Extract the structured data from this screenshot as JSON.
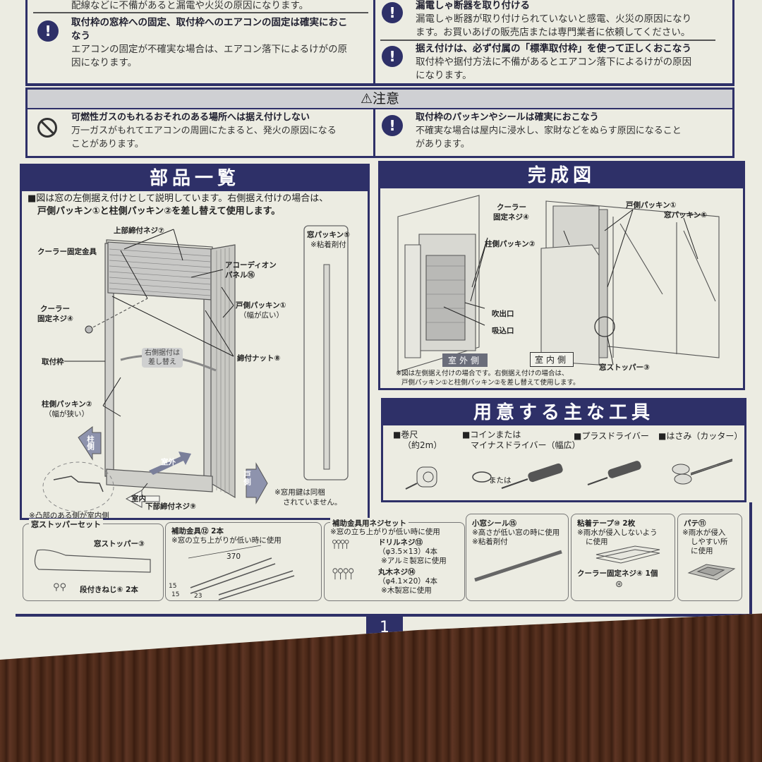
{
  "warning_section": {
    "top_left_partial": "配線などに不備があると漏電や火災の原因になります。",
    "items": [
      {
        "title": "取付枠の窓枠への固定、取付枠へのエアコンの固定は確実におこなう",
        "title_line1": "取付枠の窓枠への固定、取付枠へのエアコンの固定は確実におこ",
        "title_line2": "なう",
        "body_line1": "エアコンの固定が不確実な場合は、エアコン落下によるけがの原",
        "body_line2": "因になります。",
        "icon": "exclamation-icon"
      },
      {
        "title": "漏電しゃ断器を取り付ける",
        "body_line1": "漏電しゃ断器が取り付けられていないと感電、火災の原因になり",
        "body_line2": "ます。お買いあげの販売店または専門業者に依頼してください。",
        "icon": "exclamation-icon"
      },
      {
        "title": "据え付けは、必ず付属の「標準取付枠」を使って正しくおこなう",
        "body_line1": "取付枠や据付方法に不備があるとエアコン落下によるけがの原因",
        "body_line2": "になります。",
        "icon": "exclamation-icon"
      }
    ]
  },
  "caution_section": {
    "header": "注意",
    "header_icon": "warning-triangle-icon",
    "items": [
      {
        "title": "可燃性ガスのもれるおそれのある場所へは据え付けしない",
        "body_line1": "万一ガスがもれてエアコンの周囲にたまると、発火の原因になる",
        "body_line2": "ことがあります。",
        "icon": "prohibited-icon"
      },
      {
        "title": "取付枠のパッキンやシールは確実におこなう",
        "body_line1": "不確実な場合は屋内に浸水し、家財などをぬらす原因になること",
        "body_line2": "があります。",
        "icon": "exclamation-icon"
      }
    ]
  },
  "parts_list": {
    "heading": "部品一覧",
    "note_line1": "■図は窓の左側据え付けとして説明しています。右側据え付けの場合は、",
    "note_line2": "戸側パッキン①と柱側パッキン②を差し替えて使用します。",
    "labels": {
      "top_screw": "上部締付ネジ⑦",
      "cooler_bracket": "クーラー固定金具",
      "accordion_panel_1": "アコーディオン",
      "accordion_panel_2": "パネル⑯",
      "cooler_screw_1": "クーラー",
      "cooler_screw_2": "固定ネジ④",
      "door_packing": "戸側パッキン①",
      "door_packing_note": "（幅が広い）",
      "frame": "取付枠",
      "swap_note_1": "右側据付は",
      "swap_note_2": "差し替え",
      "nut": "締付ナット⑧",
      "pillar_packing": "柱側パッキン②",
      "pillar_packing_note": "（幅が狭い）",
      "pillar_side": "柱側",
      "door_side": "戸側",
      "outdoor": "室外",
      "indoor": "室内",
      "bottom_screw": "下部締付ネジ⑨",
      "convex_note": "※凸部のある側が室内側",
      "window_packing": "窓パッキン⑤",
      "window_packing_note": "※粘着剤付",
      "key_note_1": "※窓用鍵は同梱",
      "key_note_2": "されていません。"
    }
  },
  "completion": {
    "heading": "完成図",
    "labels": {
      "cooler_screw_1": "クーラー",
      "cooler_screw_2": "固定ネジ④",
      "door_packing": "戸側パッキン①",
      "window_packing": "窓パッキン⑤",
      "pillar_packing": "柱側パッキン②",
      "outlet": "吹出口",
      "inlet": "吸込口",
      "outdoor_side": "室外側",
      "indoor_side": "室内側",
      "window_stopper": "窓ストッパー③"
    },
    "note_line1": "※図は左側据え付けの場合です。右側据え付けの場合は、",
    "note_line2": "戸側パッキン①と柱側パッキン②を差し替えて使用します。"
  },
  "tools": {
    "heading": "用意する主な工具",
    "items": [
      {
        "label_line1": "■巻尺",
        "label_line2": "（約2m）",
        "icon": "tape-measure-icon"
      },
      {
        "label_line1": "■コインまたは",
        "label_line2": "マイナスドライバー（幅広）",
        "or_text": "または",
        "icon": "flathead-screwdriver-icon"
      },
      {
        "label_line1": "■プラスドライバー",
        "icon": "phillips-screwdriver-icon"
      },
      {
        "label_line1": "■はさみ（カッター）",
        "icon": "scissors-icon"
      }
    ]
  },
  "accessories": [
    {
      "title": "窓ストッパーセット",
      "sub1": "窓ストッパー③",
      "sub2": "段付きねじ⑥ 2本"
    },
    {
      "title": "補助金具⑫ 2本",
      "note": "※窓の立ち上がりが低い時に使用",
      "dims": [
        "370",
        "15",
        "15",
        "23"
      ]
    },
    {
      "title": "補助金具用ネジセット",
      "note": "※窓の立ち上がりが低い時に使用",
      "drill_title": "ドリルネジ⑬",
      "drill_size": "（φ3.5×13）4本",
      "drill_note": "※アルミ製窓に使用",
      "wood_title": "丸木ネジ⑭",
      "wood_size": "（φ4.1×20）4本",
      "wood_note": "※木製窓に使用"
    },
    {
      "title": "小窓シール⑮",
      "note1": "※高さが低い窓の時に使用",
      "note2": "※粘着剤付"
    },
    {
      "title": "粘着テープ⑩ 2枚",
      "note1": "※雨水が侵入しないよう",
      "note2": "に使用",
      "sub": "クーラー固定ネジ④ 1個"
    },
    {
      "title": "パテ⑪",
      "note1": "※雨水が侵入",
      "note2": "しやすい所",
      "note3": "に使用"
    }
  ],
  "page_number": "1",
  "colors": {
    "navy": "#2e3068",
    "paper": "#ecece2",
    "wood": "#4a2a1a"
  }
}
